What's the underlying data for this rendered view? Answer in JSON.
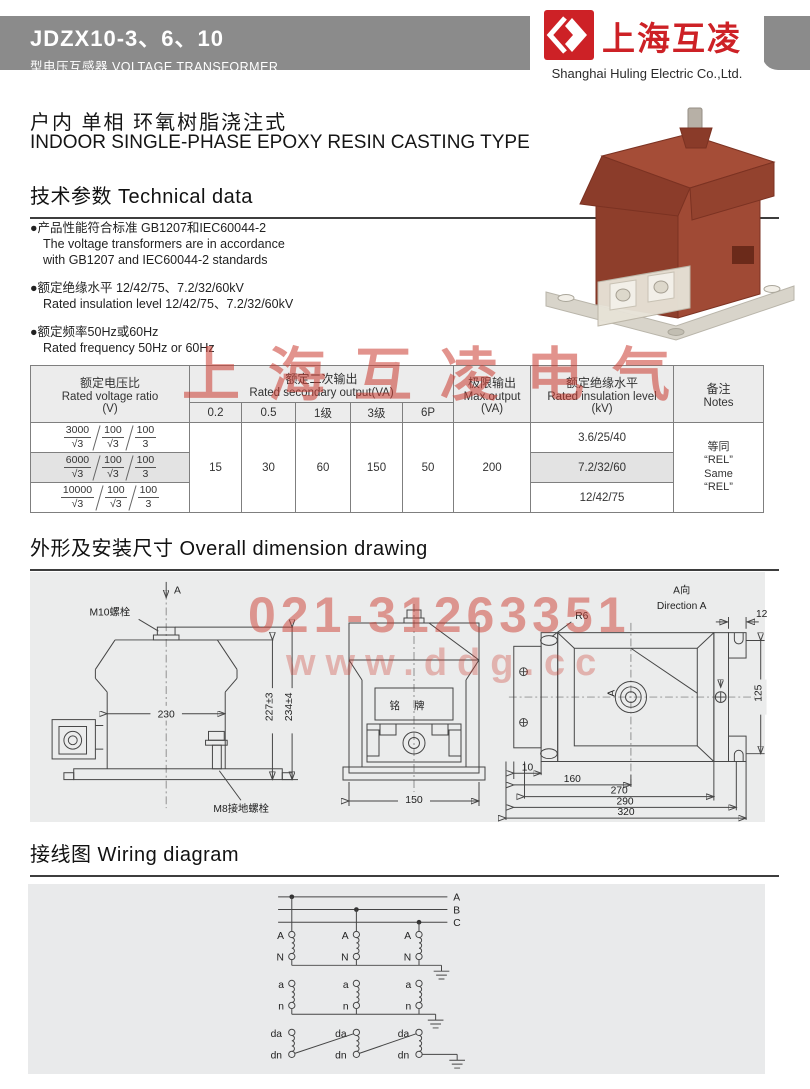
{
  "header": {
    "model": "JDZX10-3、6、10",
    "subtitle": "型电压互感器 VOLTAGE TRANSFORMER",
    "brand_cn": "上海互凌",
    "brand_en": "Shanghai Huling Electric Co.,Ltd."
  },
  "intro": {
    "cn": "户内 单相 环氧树脂浇注式",
    "en": "INDOOR SINGLE-PHASE EPOXY RESIN CASTING TYPE"
  },
  "tech": {
    "title": "技术参数 Technical data",
    "bullets": [
      {
        "cn": "●产品性能符合标准 GB1207和IEC60044-2",
        "en1": "The voltage transformers are in accordance",
        "en2": "with GB1207 and IEC60044-2 standards"
      },
      {
        "cn": "●额定绝缘水平 12/42/75、7.2/32/60kV",
        "en1": "Rated insulation level 12/42/75、7.2/32/60kV"
      },
      {
        "cn": "●额定频率50Hz或60Hz",
        "en1": "Rated frequency 50Hz or 60Hz"
      }
    ]
  },
  "watermarks": {
    "table_wm": "上海互凌电气",
    "phone_wm": "021-31263351",
    "web_wm": "www.ddg.cc"
  },
  "table": {
    "col1": {
      "cn": "额定电压比",
      "en": "Rated voltage ratio",
      "unit": "(V)"
    },
    "out": {
      "cn": "额定二次输出",
      "en": "Rated secondary output(VA)",
      "cols": [
        "0.2",
        "0.5",
        "1级",
        "3级",
        "6P"
      ]
    },
    "max": {
      "cn": "极限输出",
      "en": "Max.output",
      "unit": "(VA)"
    },
    "ins": {
      "cn": "额定绝缘水平",
      "en": "Rated insulation level",
      "unit": "(kV)"
    },
    "notes": {
      "cn": "备注",
      "en": "Notes",
      "lines": [
        "等同",
        "“REL”",
        "Same",
        "“REL”"
      ]
    },
    "ratios": [
      {
        "n1": "3000",
        "d1": "√3",
        "n2": "100",
        "d2": "√3",
        "n3": "100",
        "d3": "3"
      },
      {
        "n1": "6000",
        "d1": "√3",
        "n2": "100",
        "d2": "√3",
        "n3": "100",
        "d3": "3"
      },
      {
        "n1": "10000",
        "d1": "√3",
        "n2": "100",
        "d2": "√3",
        "n3": "100",
        "d3": "3"
      }
    ],
    "outputs": [
      "15",
      "30",
      "60",
      "150",
      "50"
    ],
    "max_output": "200",
    "insulation": [
      "3.6/25/40",
      "7.2/32/60",
      "12/42/75"
    ]
  },
  "dimension": {
    "title": "外形及安装尺寸 Overall dimension drawing",
    "front": {
      "a": "A",
      "m10": "M10螺栓",
      "w": "230",
      "h1": "227±3",
      "h2": "234±4",
      "m8": "M8接地螺栓"
    },
    "side": {
      "plate": "铭牌",
      "w": "150"
    },
    "dira": {
      "cn": "A向",
      "en": "Direction A",
      "r6": "R6",
      "d12": "12",
      "d125": "125",
      "d10": "10",
      "d160": "160",
      "d270": "270",
      "d290": "290",
      "d320": "320",
      "a": "A"
    }
  },
  "wiring": {
    "title": "接线图 Wiring diagram",
    "bus": [
      "A",
      "B",
      "C"
    ],
    "t": [
      "A",
      "N",
      "a",
      "n",
      "da",
      "dn"
    ]
  }
}
